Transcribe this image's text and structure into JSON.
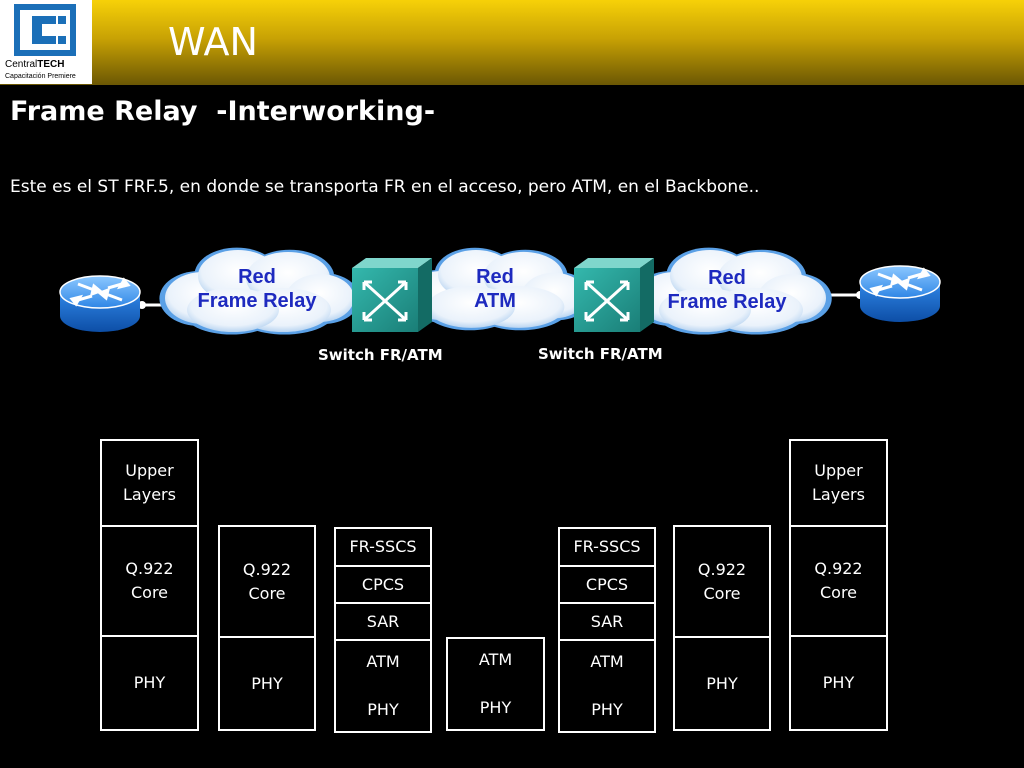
{
  "header": {
    "title": "WAN",
    "logo_brand_light": "Central",
    "logo_brand_bold": "TECH",
    "logo_tagline": "Capacitación Premiere"
  },
  "slide": {
    "subtitle": "Frame Relay  -Interworking-",
    "description": "Este es el ST FRF.5, en donde se transporta FR en el acceso, pero ATM, en el Backbone.."
  },
  "network": {
    "cloud_left": "Red\nFrame Relay",
    "cloud_mid": "Red\nATM",
    "cloud_right": "Red\nFrame Relay",
    "switch_left_label": "Switch FR/ATM",
    "switch_right_label": "Switch FR/ATM",
    "colors": {
      "cloud_text": "#1e2abf",
      "router": "#2f86e6",
      "switch": "#2aa59b"
    }
  },
  "stacks": [
    {
      "layers": [
        "Upper\nLayers",
        "Q.922\nCore",
        "PHY"
      ]
    },
    {
      "layers": [
        "Q.922\nCore",
        "PHY"
      ]
    },
    {
      "layers": [
        "FR-SSCS",
        "CPCS",
        "SAR",
        "ATM\n\nPHY"
      ]
    },
    {
      "layers": [
        "ATM\n\nPHY"
      ]
    },
    {
      "layers": [
        "FR-SSCS",
        "CPCS",
        "SAR",
        "ATM\n\nPHY"
      ]
    },
    {
      "layers": [
        "Q.922\nCore",
        "PHY"
      ]
    },
    {
      "layers": [
        "Upper\nLayers",
        "Q.922\nCore",
        "PHY"
      ]
    }
  ]
}
